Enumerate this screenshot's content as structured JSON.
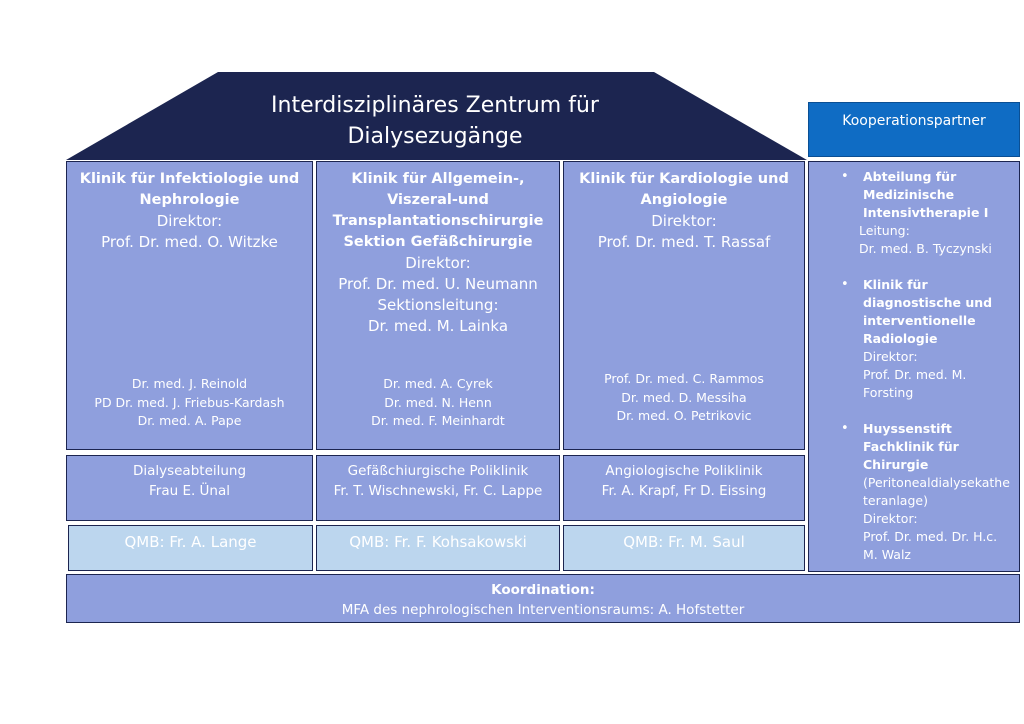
{
  "roof": {
    "title_line1": "Interdisziplinäres Zentrum für",
    "title_line2": "Dialysezugänge"
  },
  "partners_header": "Kooperationspartner",
  "clinics": [
    {
      "name_lines": [
        "Klinik für Infektiologie und",
        "Nephrologie"
      ],
      "role_lines": [
        "Direktor:",
        "Prof. Dr. med. O. Witzke"
      ],
      "staff": [
        "Dr. med. J. Reinold",
        "PD Dr. med. J. Friebus-Kardash",
        "Dr. med. A. Pape"
      ],
      "dept": [
        "Dialyseabteilung",
        "Frau E. Ünal"
      ],
      "qmb": "QMB: Fr. A. Lange"
    },
    {
      "name_lines": [
        "Klinik für Allgemein-,",
        "Viszeral-und",
        "Transplantationschirurgie",
        "Sektion Gefäßchirurgie"
      ],
      "role_lines": [
        "Direktor:",
        "Prof. Dr. med. U. Neumann",
        "Sektionsleitung:",
        "Dr. med. M. Lainka"
      ],
      "staff": [
        "Dr. med. A. Cyrek",
        "Dr. med. N. Henn",
        "Dr. med. F. Meinhardt"
      ],
      "dept": [
        "Gefäßchiurgische Poliklinik",
        "Fr. T. Wischnewski, Fr. C. Lappe"
      ],
      "qmb": "QMB: Fr. F. Kohsakowski"
    },
    {
      "name_lines": [
        "Klinik für Kardiologie und",
        "Angiologie"
      ],
      "role_lines": [
        "Direktor:",
        "Prof. Dr. med. T. Rassaf"
      ],
      "staff": [
        "Prof. Dr. med. C. Rammos",
        "Dr. med. D. Messiha",
        "Dr. med. O. Petrikovic"
      ],
      "dept": [
        "Angiologische Poliklinik",
        "Fr. A. Krapf, Fr D. Eissing"
      ],
      "qmb": "QMB: Fr. M. Saul"
    }
  ],
  "partners": [
    {
      "name_lines": [
        "Abteilung für",
        "Medizinische",
        "Intensivtherapie I"
      ],
      "detail_lines": [
        "Leitung:",
        "Dr. med. B. Tyczynski"
      ]
    },
    {
      "name_lines": [
        "Klinik für",
        "diagnostische und",
        "interventionelle",
        "Radiologie"
      ],
      "detail_lines": [
        "Direktor:",
        "Prof. Dr. med. M.",
        "Forsting"
      ]
    },
    {
      "name_lines": [
        "Huyssenstift",
        "Fachklinik für",
        "Chirurgie"
      ],
      "detail_lines": [
        "(Peritonealdialysekathe",
        "teranlage)",
        "Direktor:",
        "Prof. Dr. med. Dr. H.c.",
        "M. Walz"
      ]
    }
  ],
  "coordination": {
    "heading": "Koordination:",
    "text": "MFA des nephrologischen Interventionsraums: A. Hofstetter"
  },
  "colors": {
    "roof": "#1c2550",
    "panel": "#8f9fdd",
    "partner_header": "#0f6cc4",
    "qmb": "#bcd6ee",
    "border": "#1c2550"
  }
}
